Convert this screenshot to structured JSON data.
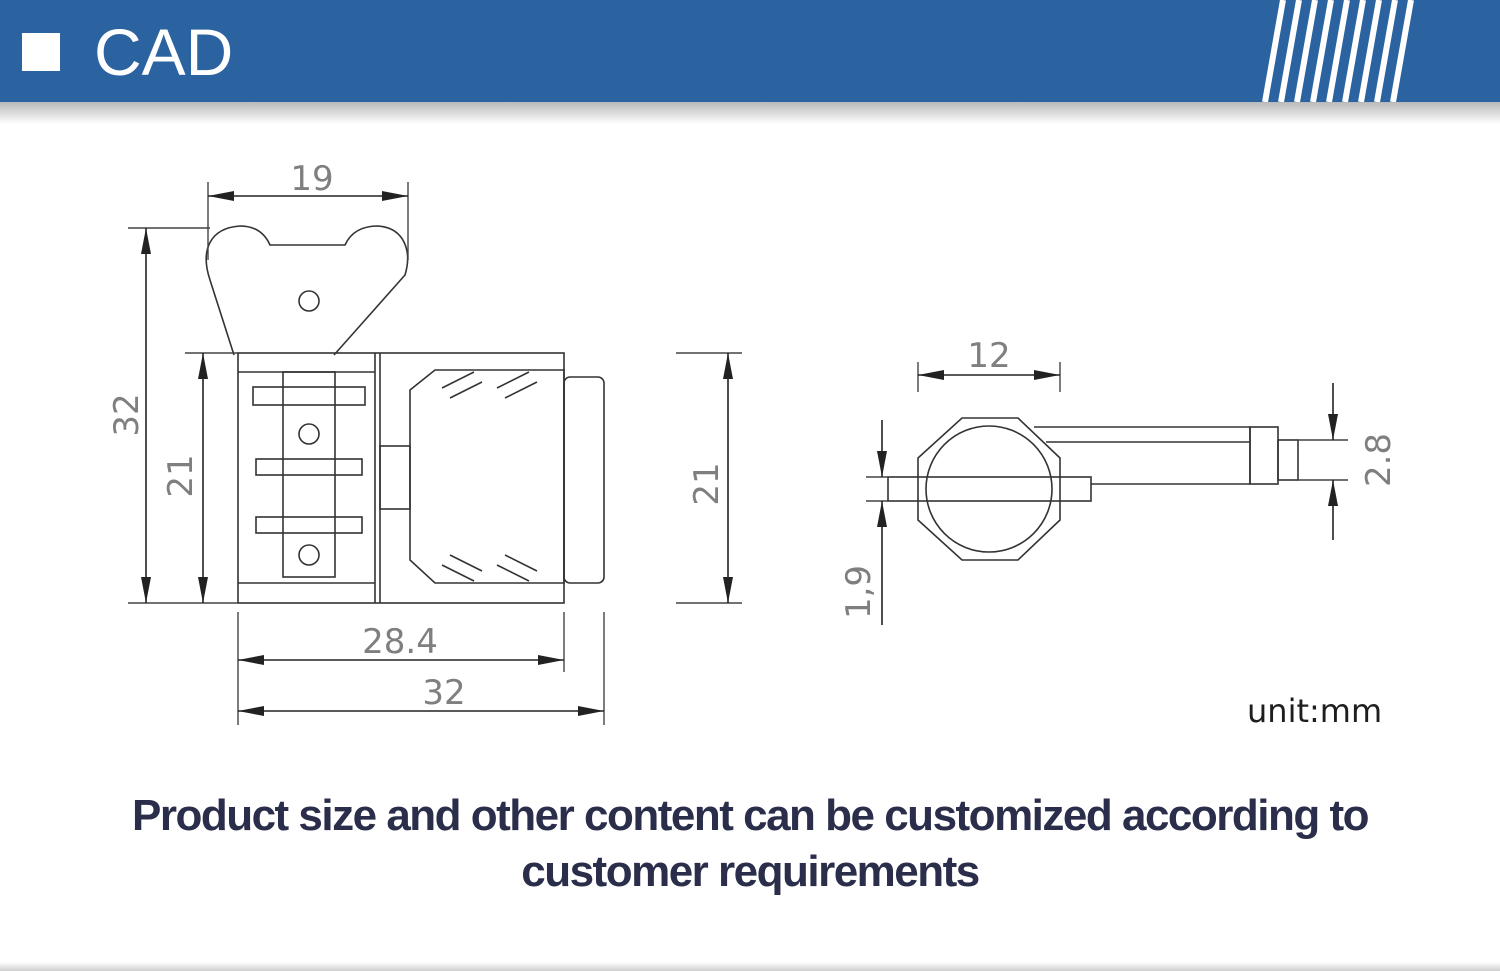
{
  "header": {
    "title": "CAD",
    "icon": "square-icon",
    "stripes_icon": "diagonal-stripes-icon",
    "background_color": "#2b63a1"
  },
  "drawing": {
    "front_view": {
      "width_top": "19",
      "height_total": "32",
      "height_body": "21",
      "width_body": "28.4",
      "width_total": "32"
    },
    "side_view": {
      "height": "21"
    },
    "top_view": {
      "width": "12",
      "pin_diameter": "2.8",
      "shaft_diameter": "1,9"
    },
    "unit": "unit:mm"
  },
  "caption": "Product size and other content can be customized according to customer requirements"
}
